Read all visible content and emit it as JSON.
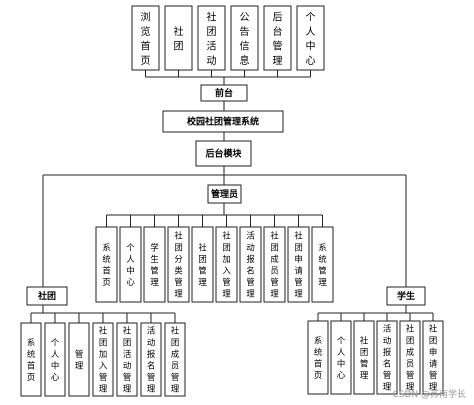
{
  "frontend": {
    "modules": [
      "浏览首页",
      "社团",
      "社团活动",
      "公告信息",
      "后台管理",
      "个人中心"
    ],
    "label": "前台"
  },
  "system_title": "校园社团管理系统",
  "backend_label": "后台模块",
  "admin": {
    "label": "管理员",
    "modules": [
      "系统首页",
      "个人中心",
      "学生管理",
      "社团分类管理",
      "社团管理",
      "社团加入管理",
      "活动报名管理",
      "社团成员管理",
      "社团申请管理",
      "系统管理"
    ]
  },
  "club": {
    "label": "社团",
    "modules": [
      "系统首页",
      "个人中心",
      "管理",
      "社团加入管理",
      "社团活动管理",
      "活动报名管理",
      "社团成员管理"
    ]
  },
  "student": {
    "label": "学生",
    "modules": [
      "系统首页",
      "个人中心",
      "社团管理",
      "活动报名管理",
      "社团成员管理",
      "社团申请管理"
    ]
  },
  "watermark": "CSDN @苏南学长"
}
